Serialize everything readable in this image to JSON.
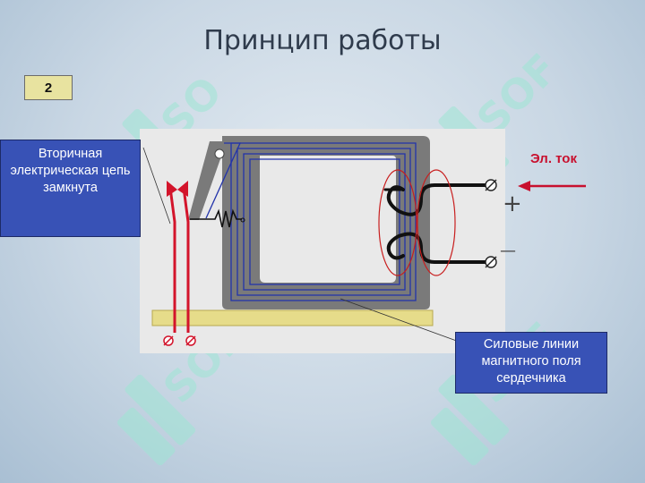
{
  "slide": {
    "title": "Принцип работы",
    "number": "2"
  },
  "callouts": {
    "secondary_circuit": "Вторичная электрическая цепь замкнута",
    "field_lines": "Силовые линии магнитного поля сердечника"
  },
  "labels": {
    "current": "Эл. ток",
    "plus": "+",
    "minus": "—"
  },
  "colors": {
    "core": "#7a7a7a",
    "field_lines": "#2233aa",
    "secondary_circuit": "#d3142b",
    "base_plate": "#e6dc8a",
    "callout_bg": "#3852b6",
    "current_arrow": "#c8102e"
  },
  "watermark": {
    "logo_name": "soft-logo-watermark",
    "text": "SOFT"
  }
}
